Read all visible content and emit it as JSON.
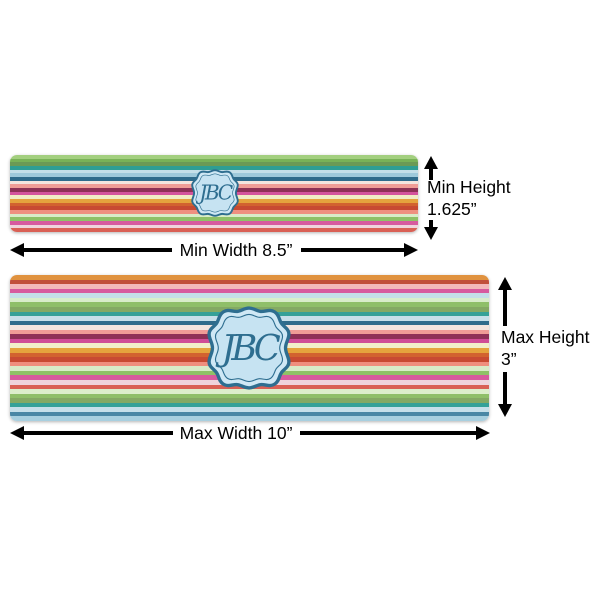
{
  "figure": {
    "background": "#ffffff",
    "arrow_color": "#000000",
    "monogram": {
      "text": "JBC",
      "badge_fill": "#cfe8f5",
      "badge_inner_fill": "#c6e3f2",
      "badge_border": "#2e6e90"
    },
    "min_preview": {
      "width_label": "Min Width 8.5”",
      "height_label_line1": "Min Height",
      "height_label_line2": "1.625”",
      "stripes": [
        "#a3cf7f",
        "#79b257",
        "#6b9a55",
        "#2f9e93",
        "#c4dfe9",
        "#9ec9db",
        "#2f6b8b",
        "#f4e5de",
        "#f09d96",
        "#8e3155",
        "#d4549c",
        "#f1edc4",
        "#e5a33d",
        "#d2622f",
        "#c84a32",
        "#ef9080",
        "#d9ecc8",
        "#8fc167",
        "#d75a9e",
        "#efd4dc",
        "#d96055"
      ]
    },
    "max_preview": {
      "width_label": "Max Width 10”",
      "height_label_line1": "Max Height",
      "height_label_line2": "3”",
      "stripes": [
        "#e0923f",
        "#c14f3b",
        "#f3b9bb",
        "#d75a9e",
        "#c4dee8",
        "#d9edca",
        "#8fbf69",
        "#84a964",
        "#35a198",
        "#c6dfe9",
        "#2f6b8b",
        "#f3e4de",
        "#f09c96",
        "#8f3156",
        "#d04d96",
        "#f2efc9",
        "#e5a33d",
        "#d2622f",
        "#c84a32",
        "#ef8f7e",
        "#d8ecc8",
        "#8fc167",
        "#d75a9e",
        "#efd3dc",
        "#d96055",
        "#dceecb",
        "#8fbf69",
        "#84a964",
        "#35a198",
        "#c6dfe9",
        "#4a87a5",
        "#a8cfdf"
      ]
    }
  }
}
